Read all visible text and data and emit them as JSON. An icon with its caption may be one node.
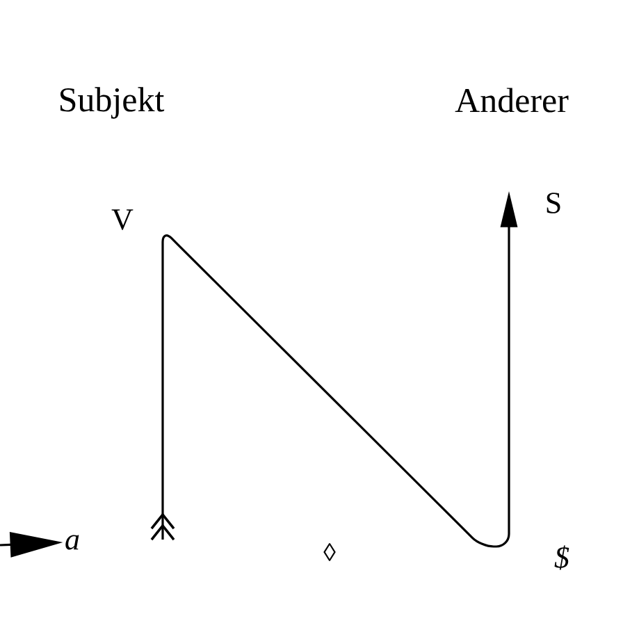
{
  "diagram": {
    "nodes": [
      {
        "text": [
          "a"
        ]
      },
      {
        "text": [
          "S"
        ]
      }
    ],
    "edges": [
      {
        "from": null,
        "to": 0,
        "arrow": "to"
      },
      {
        "from": null,
        "to": 1,
        "arrow": "to"
      }
    ],
    "labels": [
      "Subjekt",
      "Anderer",
      "V",
      "◊",
      "$"
    ]
  }
}
